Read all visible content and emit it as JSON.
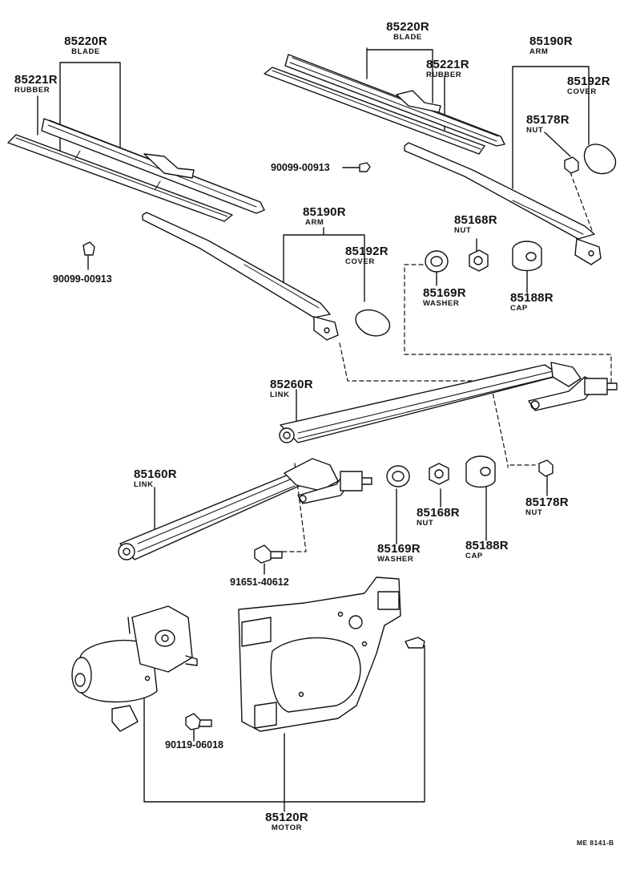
{
  "diagram": {
    "parts": {
      "blade_left": {
        "number": "85220R",
        "name": "BLADE"
      },
      "rubber_left": {
        "number": "85221R",
        "name": "RUBBER"
      },
      "blade_right": {
        "number": "85220R",
        "name": "BLADE"
      },
      "rubber_right": {
        "number": "85221R",
        "name": "RUBBER"
      },
      "arm_right": {
        "number": "85190R",
        "name": "ARM"
      },
      "cover_right": {
        "number": "85192R",
        "name": "COVER"
      },
      "nut_right_top": {
        "number": "85178R",
        "name": "NUT"
      },
      "screw_top_right": {
        "number": "90099-00913"
      },
      "screw_top_left": {
        "number": "90099-00913"
      },
      "arm_left": {
        "number": "85190R",
        "name": "ARM"
      },
      "cover_left": {
        "number": "85192R",
        "name": "COVER"
      },
      "nut_upper": {
        "number": "85168R",
        "name": "NUT"
      },
      "washer_upper": {
        "number": "85169R",
        "name": "WASHER"
      },
      "cap_upper": {
        "number": "85188R",
        "name": "CAP"
      },
      "link_upper": {
        "number": "85260R",
        "name": "LINK"
      },
      "link_lower": {
        "number": "85160R",
        "name": "LINK"
      },
      "washer_lower": {
        "number": "85169R",
        "name": "WASHER"
      },
      "nut_lower": {
        "number": "85168R",
        "name": "NUT"
      },
      "cap_lower": {
        "number": "85188R",
        "name": "CAP"
      },
      "nut_lower_right": {
        "number": "85178R",
        "name": "NUT"
      },
      "bolt_link": {
        "number": "91651-40612"
      },
      "bolt_motor": {
        "number": "90119-06018"
      },
      "motor": {
        "number": "85120R",
        "name": "MOTOR"
      }
    },
    "figure_ref": "ME  8141-B"
  }
}
